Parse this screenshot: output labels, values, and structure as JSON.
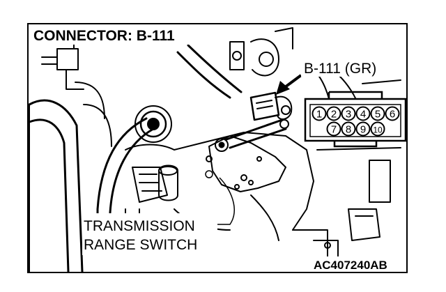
{
  "diagram": {
    "title": "CONNECTOR: B-111",
    "connector_callout": "B-111 (GR)",
    "component_label_line1": "TRANSMISSION",
    "component_label_line2": "RANGE SWITCH",
    "figure_code": "AC407240AB",
    "connector_pins_top": [
      "1",
      "2",
      "3",
      "4",
      "5",
      "6"
    ],
    "connector_pins_bottom": [
      "7",
      "8",
      "9",
      "10"
    ]
  }
}
